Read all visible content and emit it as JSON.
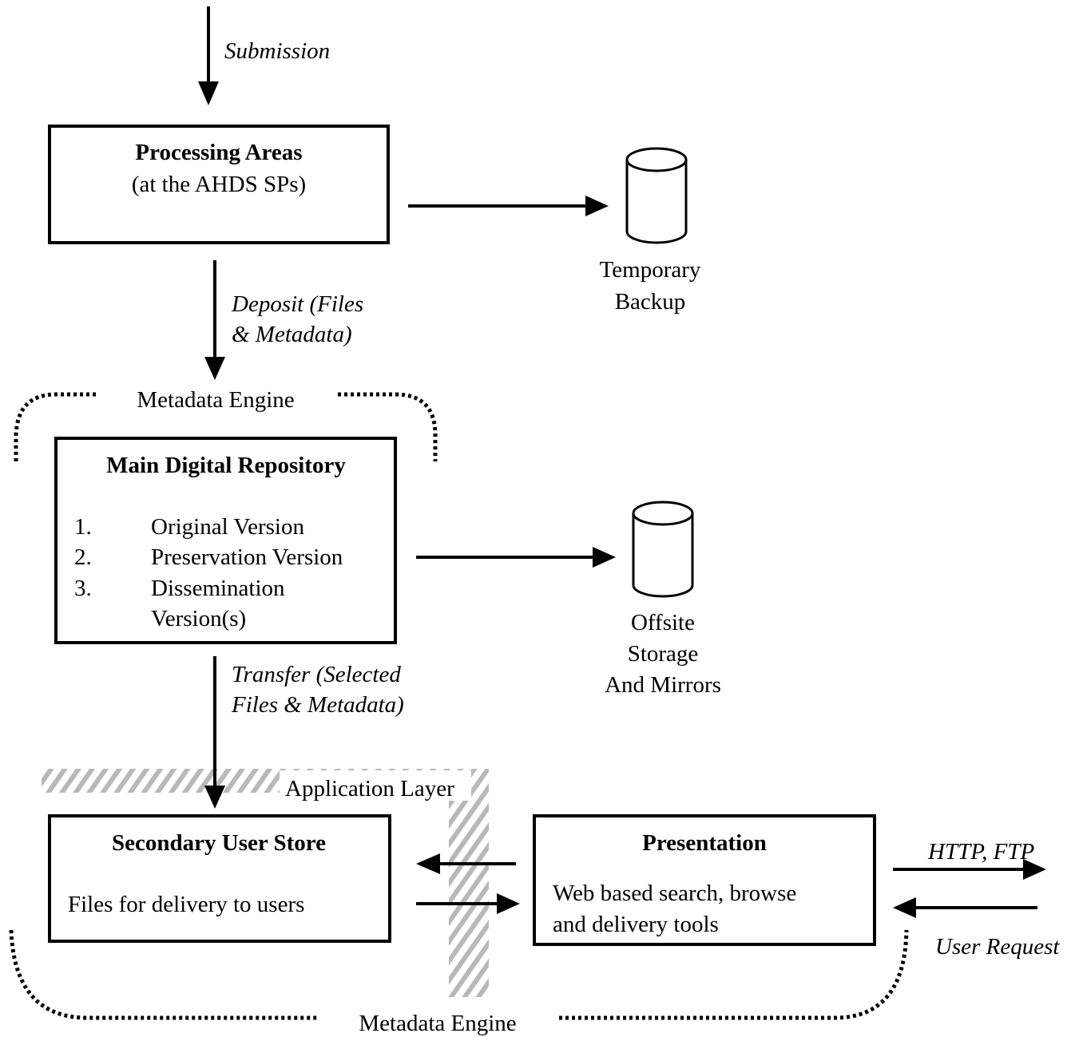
{
  "flow_labels": {
    "submission": "Submission",
    "deposit_line1": "Deposit (Files",
    "deposit_line2": "& Metadata)",
    "transfer_line1": "Transfer (Selected",
    "transfer_line2": "Files & Metadata)",
    "http_ftp": "HTTP, FTP",
    "user_request": "User Request"
  },
  "processing_areas": {
    "title": "Processing Areas",
    "subtitle": "(at the AHDS SPs)"
  },
  "temporary_backup": {
    "line1": "Temporary",
    "line2": "Backup"
  },
  "metadata_engine_top": "Metadata Engine",
  "main_repository": {
    "title": "Main Digital Repository",
    "items": [
      {
        "num": "1.",
        "text": "Original Version"
      },
      {
        "num": "2.",
        "text": "Preservation Version"
      },
      {
        "num": "3.",
        "text": "Dissemination",
        "text2": "Version(s)"
      }
    ]
  },
  "offsite_storage": {
    "line1": "Offsite",
    "line2": "Storage",
    "line3": "And Mirrors"
  },
  "application_layer": "Application Layer",
  "secondary_store": {
    "title": "Secondary User Store",
    "body": "Files for delivery to users"
  },
  "presentation": {
    "title": "Presentation",
    "body_line1": "Web based search, browse",
    "body_line2": "and delivery tools"
  },
  "metadata_engine_bottom": "Metadata Engine"
}
